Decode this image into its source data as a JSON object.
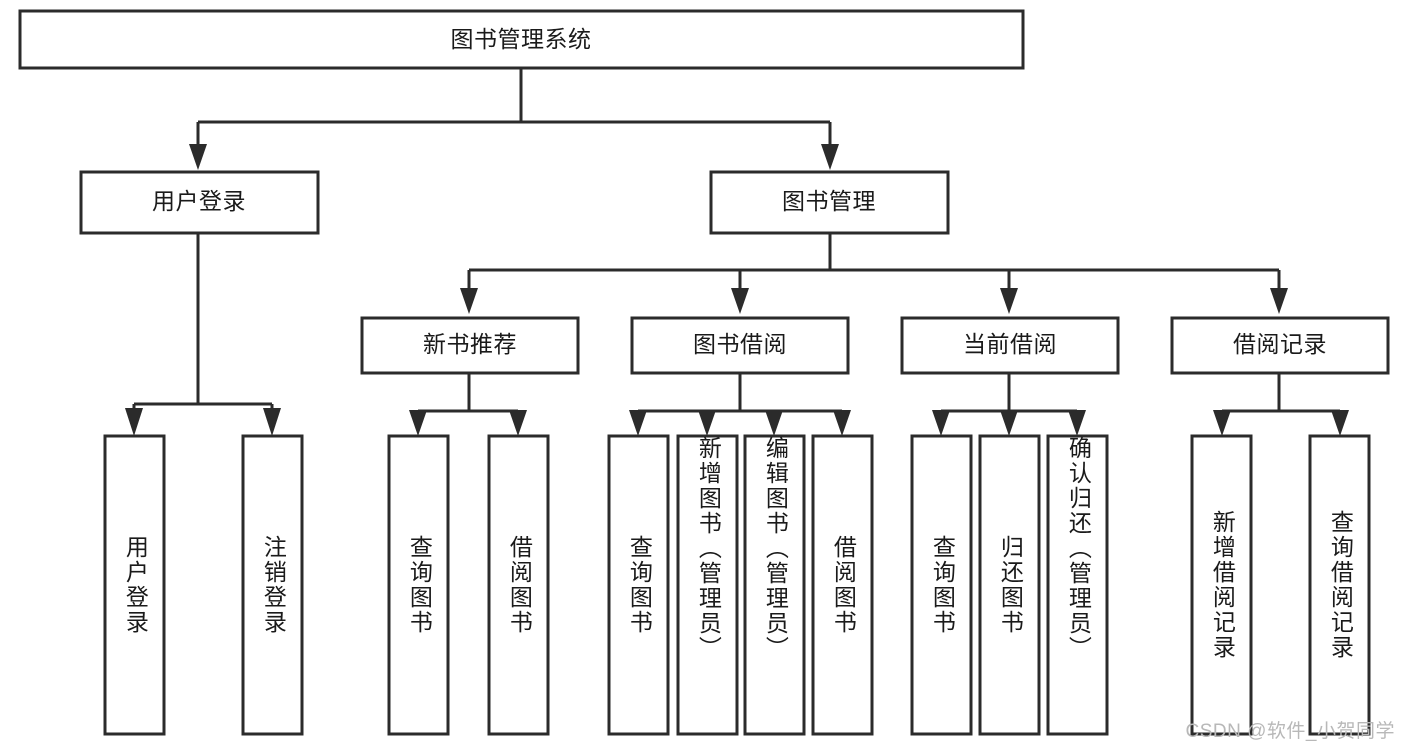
{
  "diagram": {
    "type": "tree",
    "title_node": {
      "label": "图书管理系统"
    },
    "level2": [
      {
        "id": "user-login",
        "label": "用户登录"
      },
      {
        "id": "book-manage",
        "label": "图书管理"
      }
    ],
    "level3": [
      {
        "id": "new-book-rec",
        "label": "新书推荐"
      },
      {
        "id": "book-borrow",
        "label": "图书借阅"
      },
      {
        "id": "current-borrow",
        "label": "当前借阅"
      },
      {
        "id": "borrow-record",
        "label": "借阅记录"
      }
    ],
    "leaves": {
      "user_login": [
        {
          "id": "leaf-user-login",
          "label": "用户登录"
        },
        {
          "id": "leaf-logout-login",
          "label": "注销登录"
        }
      ],
      "new_book_rec": [
        {
          "id": "leaf-query-book-1",
          "label": "查询图书"
        },
        {
          "id": "leaf-borrow-book-1",
          "label": "借阅图书"
        }
      ],
      "book_borrow": [
        {
          "id": "leaf-query-book-2",
          "label": "查询图书"
        },
        {
          "id": "leaf-add-book",
          "label": "新增图书（管理员）"
        },
        {
          "id": "leaf-edit-book",
          "label": "编辑图书（管理员）"
        },
        {
          "id": "leaf-borrow-book-2",
          "label": "借阅图书"
        }
      ],
      "current_borrow": [
        {
          "id": "leaf-query-book-3",
          "label": "查询图书"
        },
        {
          "id": "leaf-return-book",
          "label": "归还图书"
        },
        {
          "id": "leaf-confirm-return",
          "label": "确认归还（管理员）"
        }
      ],
      "borrow_record": [
        {
          "id": "leaf-add-record",
          "label": "新增借阅记录"
        },
        {
          "id": "leaf-query-record",
          "label": "查询借阅记录"
        }
      ]
    },
    "colors": {
      "stroke": "#2b2b2b",
      "fill": "#ffffff",
      "text": "#1a1a1a",
      "watermark": "#b8b8b8"
    }
  },
  "watermark": {
    "text": "CSDN @软件_小贺同学"
  }
}
